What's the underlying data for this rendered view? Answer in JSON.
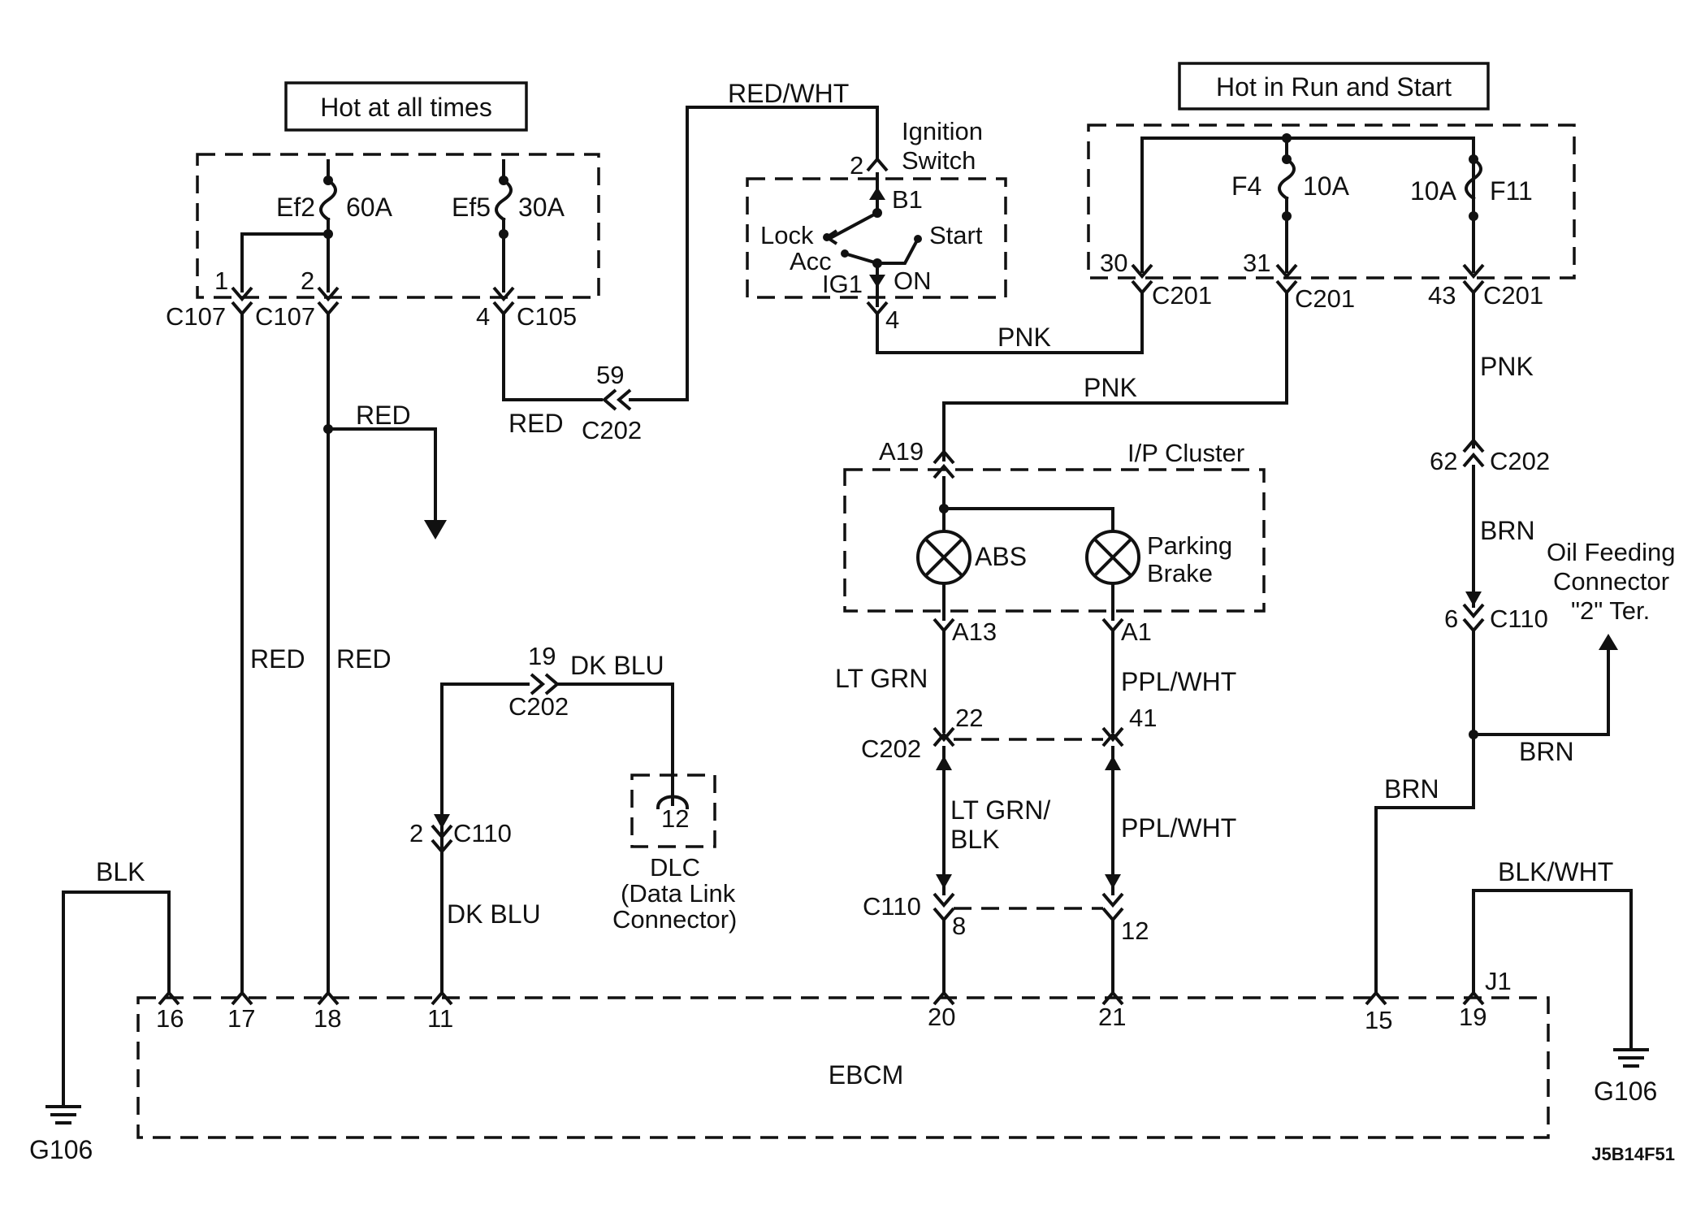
{
  "labels": {
    "hot_all_times": "Hot at all times",
    "hot_run_start": "Hot in Run and Start",
    "ignition_switch_1": "Ignition",
    "ignition_switch_2": "Switch",
    "ip_cluster": "I/P Cluster",
    "ebcm": "EBCM",
    "abs": "ABS",
    "parking_brake_1": "Parking",
    "parking_brake_2": "Brake",
    "dlc_1": "DLC",
    "dlc_2": "(Data Link",
    "dlc_3": "Connector)",
    "oil_1": "Oil Feeding",
    "oil_2": "Connector",
    "oil_3": "\"2\" Ter.",
    "figure_id": "J5B14F51"
  },
  "fuses": {
    "ef2_name": "Ef2",
    "ef2_rating": "60A",
    "ef5_name": "Ef5",
    "ef5_rating": "30A",
    "f4_name": "F4",
    "f4_rating": "10A",
    "f11_name": "F11",
    "f11_rating": "10A"
  },
  "ignition": {
    "b1": "B1",
    "lock": "Lock",
    "acc": "Acc",
    "start": "Start",
    "ig1": "IG1",
    "on": "ON",
    "pin_top": "2",
    "pin_bottom": "4"
  },
  "connectors": {
    "c107": "C107",
    "c105": "C105",
    "c201": "C201",
    "c202": "C202",
    "c110": "C110",
    "c107_pin1": "1",
    "c107_pin2": "2",
    "c105_pin4": "4",
    "c201_pin30": "30",
    "c201_pin31": "31",
    "c201_pin43": "43",
    "c202_pin59": "59",
    "c202_pin62": "62",
    "c202_pin19": "19",
    "c202_pin22": "22",
    "c202_pin41": "41",
    "c110_pin6": "6",
    "c110_pin2": "2",
    "c110_pin8": "8",
    "c110_pin12": "12",
    "a19": "A19",
    "a13": "A13",
    "a1": "A1",
    "dlc_pin": "12",
    "j1": "J1"
  },
  "wires": {
    "red_wht": "RED/WHT",
    "pnk": "PNK",
    "red": "RED",
    "brn": "BRN",
    "lt_grn": "LT GRN",
    "lt_grn_blk_1": "LT GRN/",
    "lt_grn_blk_2": "BLK",
    "ppl_wht": "PPL/WHT",
    "dk_blu": "DK BLU",
    "blk": "BLK",
    "blk_wht": "BLK/WHT"
  },
  "ebcm_pins": {
    "p16": "16",
    "p17": "17",
    "p18": "18",
    "p11": "11",
    "p20": "20",
    "p21": "21",
    "p15": "15",
    "p19": "19"
  },
  "grounds": {
    "left": "G106",
    "right": "G106"
  }
}
